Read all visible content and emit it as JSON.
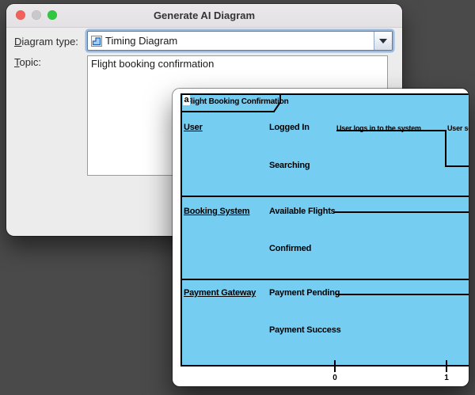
{
  "colors": {
    "background": "#4a4a4a",
    "diagram_fill": "#76cdf2",
    "traffic_close": "#f2625b",
    "traffic_minimize": "#c9c9c9",
    "traffic_zoom": "#30c841",
    "focus_ring": "#9cbbe0"
  },
  "dialog": {
    "title": "Generate AI Diagram",
    "diagram_type": {
      "label_head": "D",
      "label_tail": "iagram type:",
      "value": "Timing Diagram",
      "icon": "timing-diagram-icon"
    },
    "topic": {
      "label_head": "T",
      "label_tail": "opic:",
      "value": "Flight booking confirmation"
    }
  },
  "preview": {
    "tab": {
      "badge": "a",
      "title": "Flight Booking Confirmation"
    },
    "lifelines": [
      {
        "name": "User",
        "states": [
          "Logged In",
          "Searching"
        ]
      },
      {
        "name": "Booking System",
        "states": [
          "Available Flights",
          "Confirmed"
        ]
      },
      {
        "name": "Payment Gateway",
        "states": [
          "Payment Pending",
          "Payment Success"
        ]
      }
    ],
    "annotations": [
      "User logs in to the system",
      "User sear"
    ],
    "axis": {
      "ticks": [
        "0",
        "1"
      ]
    }
  }
}
